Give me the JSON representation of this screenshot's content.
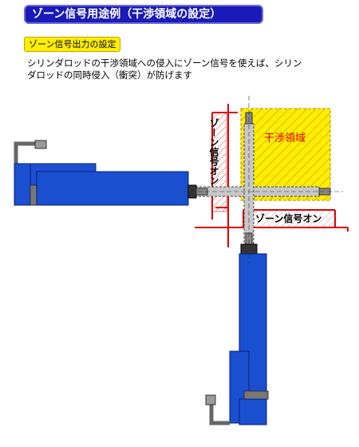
{
  "title": "ゾーン信号用途例（干渉領域の設定）",
  "subtitle": "ゾーン信号出力の設定",
  "description": {
    "line1": "シリンダロッドの干渉領域への侵入にゾーン信号を使えば、シリン",
    "line2": "ダロッドの同時侵入（衝突）が防げます"
  },
  "diagram": {
    "interference_area_label": "干渉領域",
    "zone_signal_vertical_label": "ゾーン信号オン",
    "zone_signal_horizontal_label": "ゾーン信号オン",
    "colors": {
      "actuator_blue": "#1a4fd0",
      "interference_yellow": "#ffee00",
      "zone_red": "#e00000",
      "rod_gray": "#c8c8c8"
    }
  }
}
